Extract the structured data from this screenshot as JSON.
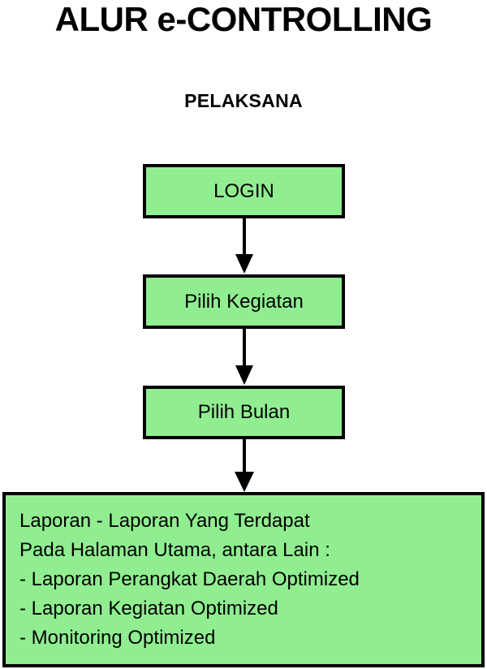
{
  "diagram": {
    "title": "ALUR e-CONTROLLING",
    "lane_title": "PELAKSANA",
    "colors": {
      "node_fill": "#90EE90",
      "node_border": "#000000",
      "text": "#000000",
      "background": "#FFFFFF"
    },
    "nodes": [
      {
        "id": "login",
        "label": "LOGIN"
      },
      {
        "id": "kegiatan",
        "label": "Pilih Kegiatan"
      },
      {
        "id": "bulan",
        "label": "Pilih Bulan"
      }
    ],
    "report_box": {
      "lines": [
        "Laporan - Laporan Yang Terdapat",
        "Pada Halaman Utama, antara Lain :",
        "- Laporan Perangkat Daerah Optimized",
        "- Laporan Kegiatan Optimized",
        "- Monitoring Optimized"
      ]
    },
    "connectors": [
      {
        "id": "login-to-kegiatan",
        "from": "login",
        "to": "kegiatan",
        "style": "arrow-down"
      },
      {
        "id": "kegiatan-to-bulan",
        "from": "kegiatan",
        "to": "bulan",
        "style": "arrow-down"
      },
      {
        "id": "bulan-to-laporan",
        "from": "bulan",
        "to": "laporan",
        "style": "arrow-down"
      }
    ]
  }
}
